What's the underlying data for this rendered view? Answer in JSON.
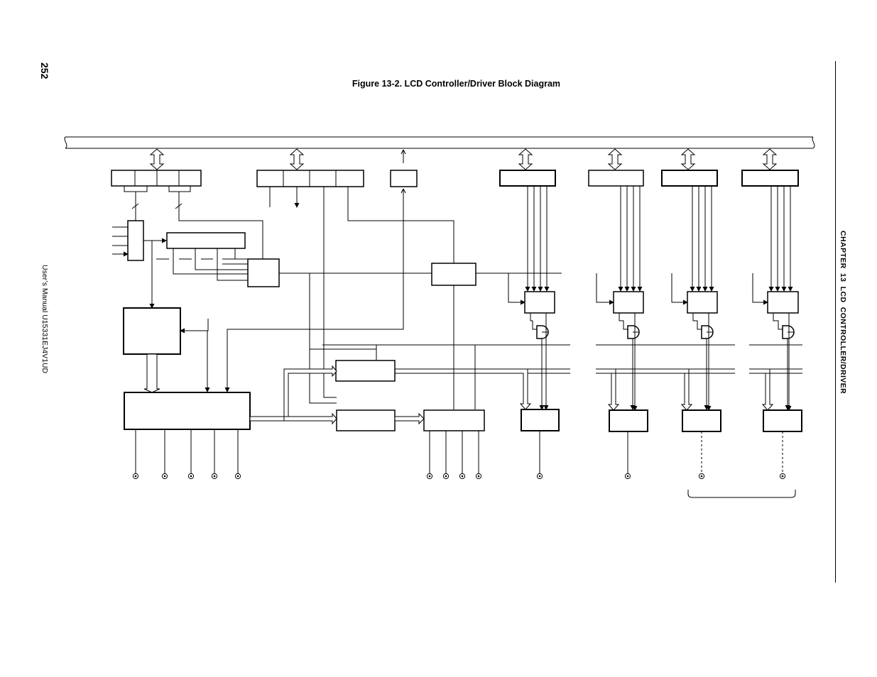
{
  "page": {
    "number": "252",
    "manual_code": "User’s Manual  U15331EJ4V1UD",
    "chapter_header": "CHAPTER  13  LCD  CONTROLLER/DRIVER"
  },
  "figure": {
    "title": "Figure 13-2.  LCD Controller/Driver Block Diagram"
  }
}
